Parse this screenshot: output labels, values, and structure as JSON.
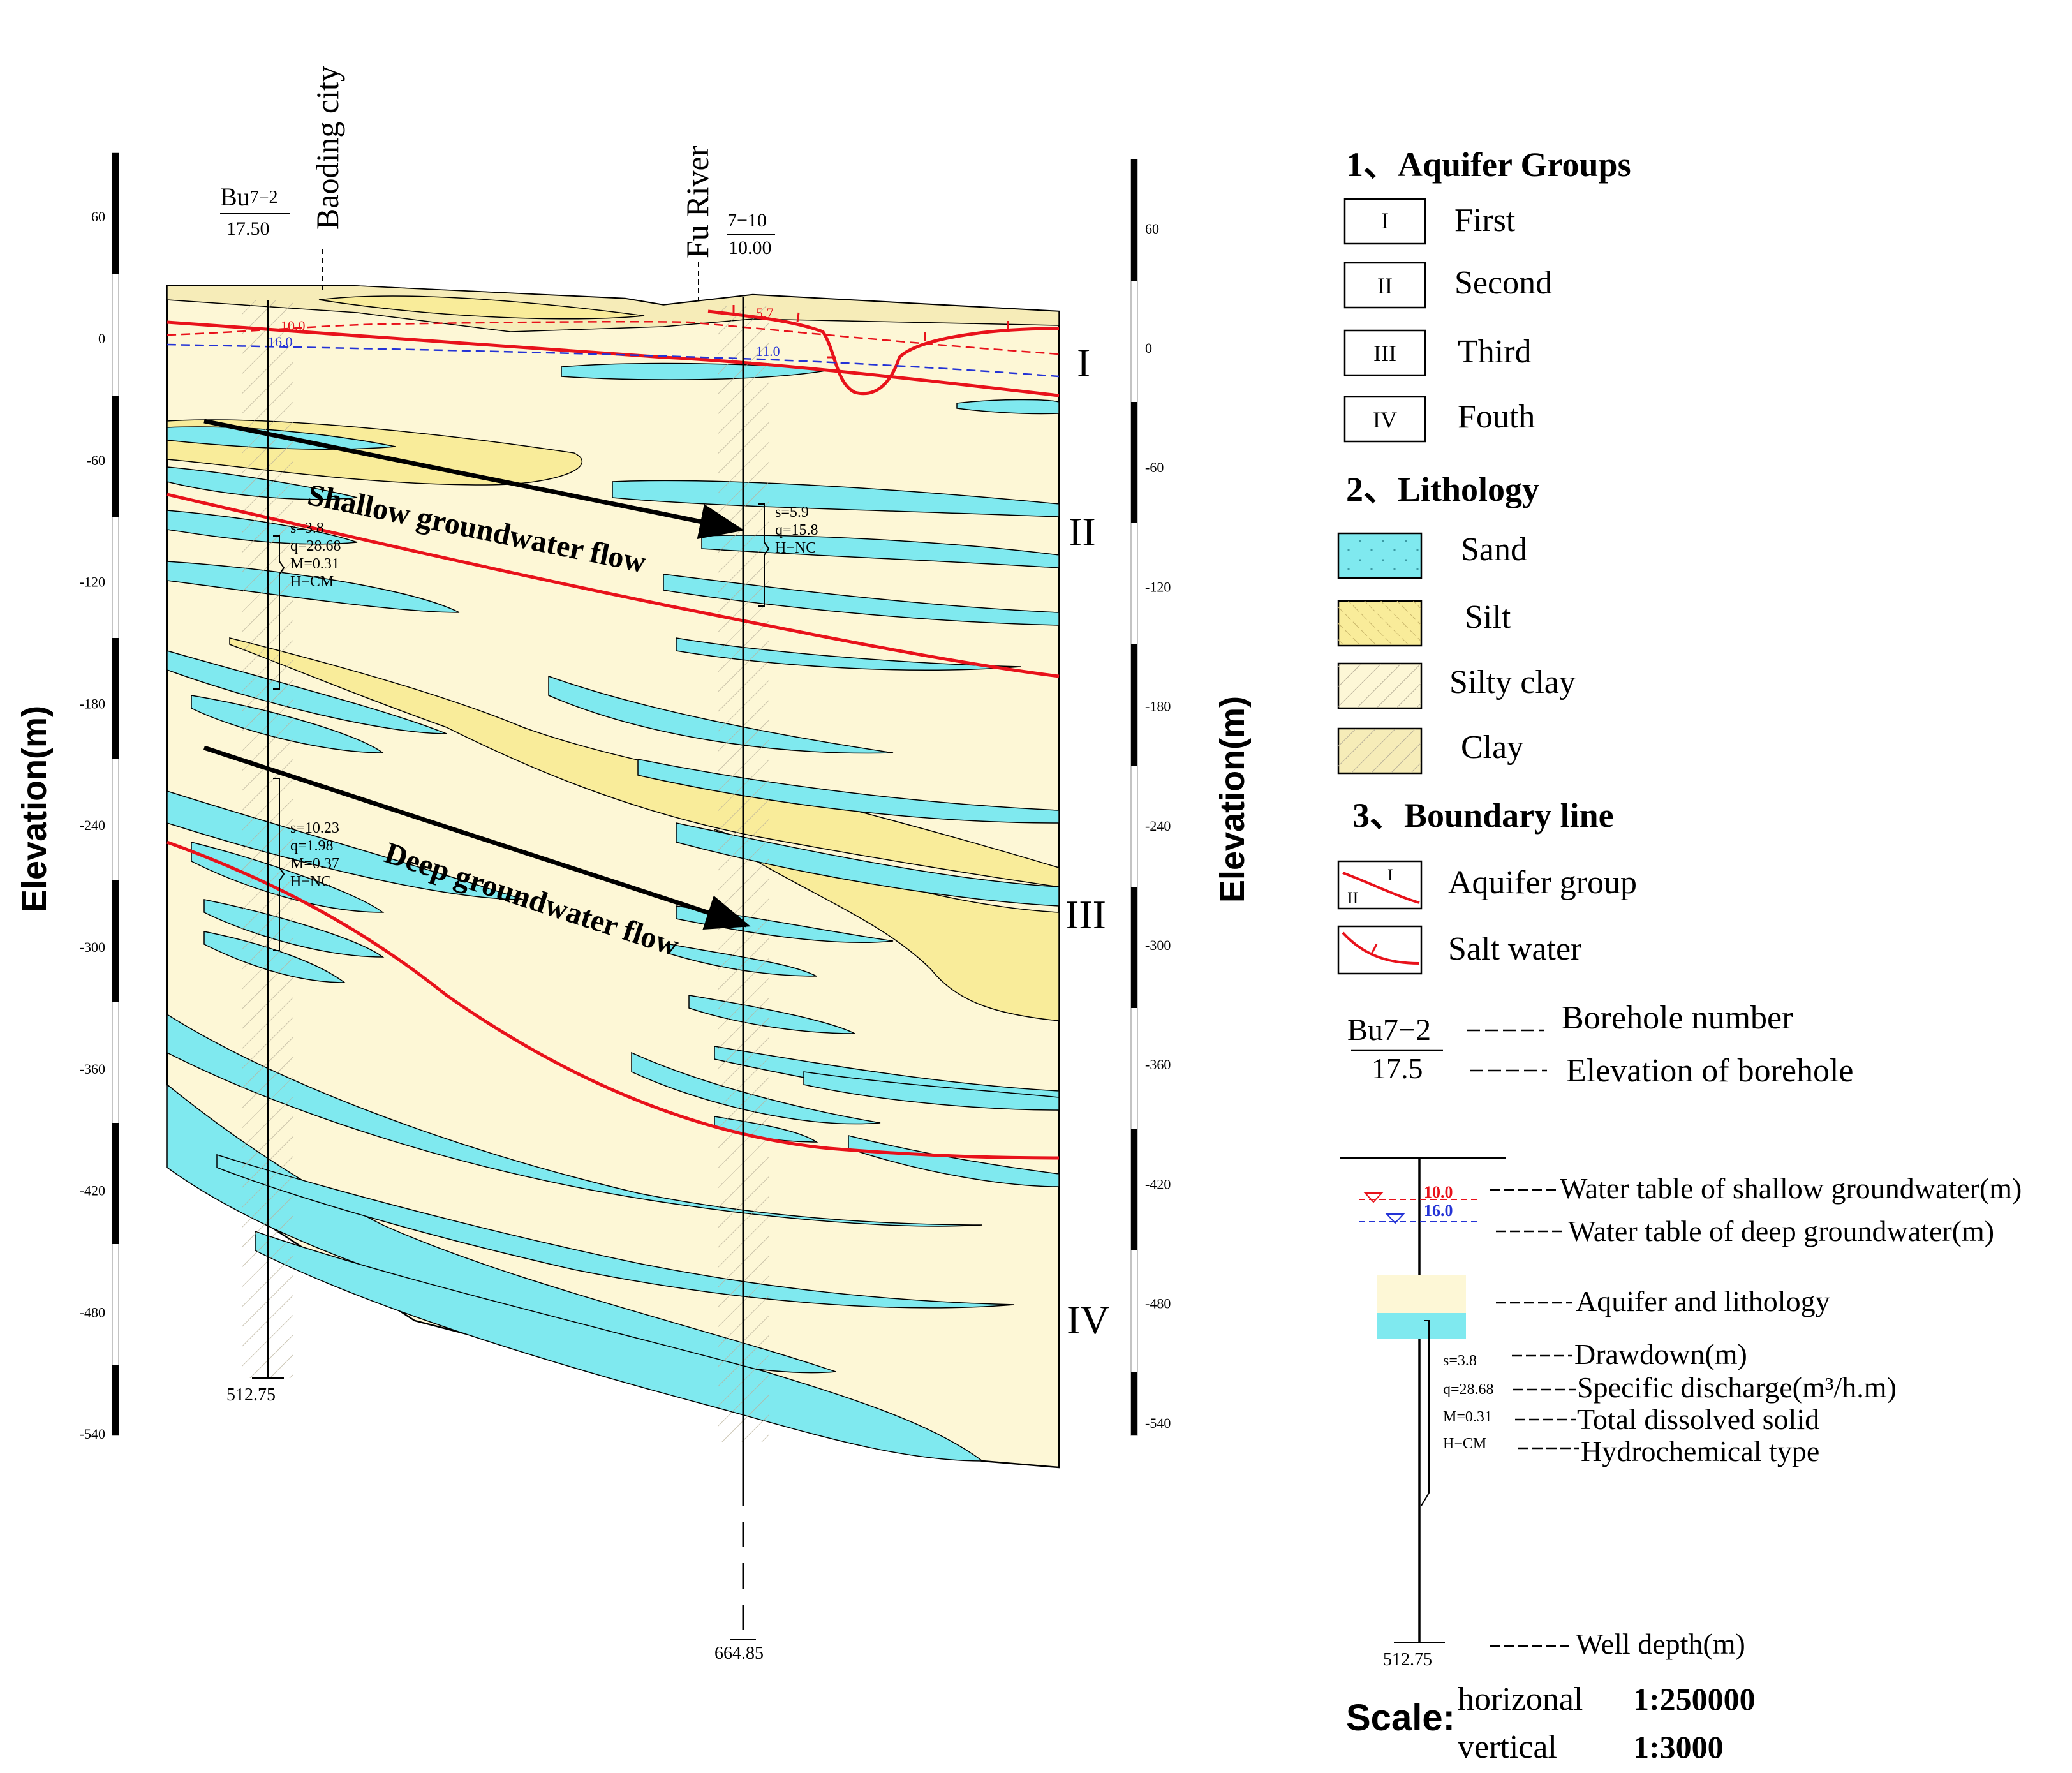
{
  "axis": {
    "left_label": "Elevation(m)",
    "right_label": "Elevation(m)",
    "ticks": [
      "60",
      "0",
      "-60",
      "-120",
      "-180",
      "-240",
      "-300",
      "-360",
      "-420",
      "-480",
      "-540"
    ]
  },
  "boreholes": [
    {
      "number": "Bu",
      "sup": "7−2",
      "elevation": "17.50",
      "place": "Baoding city",
      "depth": "512.75",
      "shallow_table": "10.0",
      "deep_table": "16.0",
      "test1": {
        "s": "s=3.8",
        "q": "q=28.68",
        "m": "M=0.31",
        "h": "H−CM"
      },
      "test2": {
        "s": "s=10.23",
        "q": "q=1.98",
        "m": "M=0.37",
        "h": "H−NC"
      }
    },
    {
      "number": "",
      "sup": "7−10",
      "elevation": "10.00",
      "place": "Fu River",
      "depth": "664.85",
      "shallow_table": "5.7",
      "deep_table": "11.0",
      "test1": {
        "s": "s=5.9",
        "q": "q=15.8",
        "m": "",
        "h": "H−NC"
      }
    }
  ],
  "flows": {
    "shallow": "Shallow groundwater flow",
    "deep": "Deep groundwater flow"
  },
  "groups": [
    "I",
    "II",
    "III",
    "IV"
  ],
  "legend": {
    "sec1": {
      "title": "1、Aquifer Groups",
      "items": [
        {
          "sym": "I",
          "label": "First"
        },
        {
          "sym": "II",
          "label": "Second"
        },
        {
          "sym": "III",
          "label": "Third"
        },
        {
          "sym": "IV",
          "label": "Fouth"
        }
      ]
    },
    "sec2": {
      "title": "2、Lithology",
      "items": [
        {
          "label": "Sand",
          "color": "#7fe9ef"
        },
        {
          "label": "Silt",
          "color": "#f9ec9a"
        },
        {
          "label": "Silty clay",
          "color": "#fdf7d6"
        },
        {
          "label": "Clay",
          "color": "#f6ecb8"
        }
      ]
    },
    "sec3": {
      "title": "3、Boundary line",
      "items": [
        {
          "label": "Aquifer group",
          "sym_top": "I",
          "sym_bottom": "II"
        },
        {
          "label": "Salt water"
        }
      ]
    },
    "borehole_key": {
      "num": "Bu",
      "sup": "7−2",
      "elev": "17.5",
      "num_label": "Borehole number",
      "elev_label": "Elevation of borehole"
    },
    "well_key": {
      "shallow_val": "10.0",
      "deep_val": "16.0",
      "shallow_label": "Water table of shallow groundwater(m)",
      "deep_label": "Water table of deep groundwater(m)",
      "aquifer_label": "Aquifer and lithology",
      "s": "s=3.8",
      "q": "q=28.68",
      "m": "M=0.31",
      "h": "H−CM",
      "s_label": "Drawdown(m)",
      "q_label": "Specific discharge(m³/h.m)",
      "m_label": "Total dissolved solid",
      "h_label": "Hydrochemical type",
      "depth": "512.75",
      "depth_label": "Well depth(m)"
    },
    "scale": {
      "title": "Scale:",
      "h_label": "horizonal",
      "h_val": "1:250000",
      "v_label": "vertical",
      "v_val": "1:3000"
    }
  },
  "colors": {
    "sand": "#7fe9ef",
    "silt": "#f9ec9a",
    "silty_clay": "#fdf7d6",
    "clay": "#f6ecb8",
    "boundary": "#e8121b",
    "deep_water": "#2433d6"
  }
}
